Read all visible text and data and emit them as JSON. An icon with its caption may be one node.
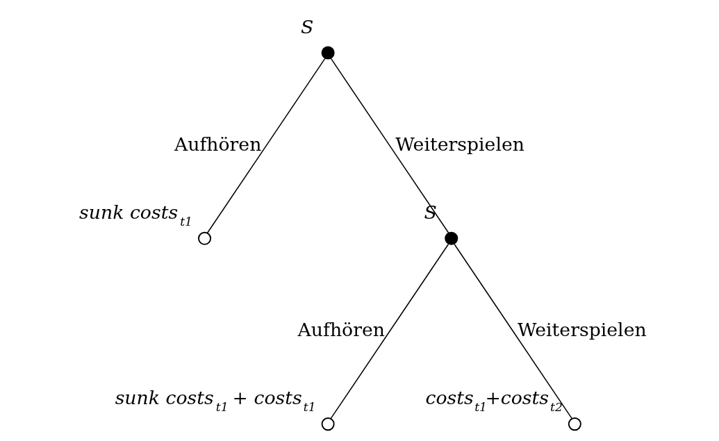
{
  "diagram": {
    "nodes": [
      {
        "text": [],
        "shape": "circle",
        "beside": [
          "S"
        ]
      },
      {
        "text": [],
        "shape": "circle",
        "beside": [
          "sunk costs$_{t1}$"
        ]
      },
      {
        "text": [],
        "shape": "circle",
        "beside": [
          "S"
        ]
      },
      {
        "text": [],
        "shape": "circle",
        "beside": [
          "sunk costs$_{t1}$ + costs$_{t1}$"
        ]
      },
      {
        "text": [],
        "shape": "circle",
        "beside": [
          "costs$_{t1}$+costs$_{t2}$"
        ]
      }
    ],
    "edges": [
      {
        "from": 0,
        "to": 1,
        "arrow": "none",
        "label": "Aufhören"
      },
      {
        "from": 0,
        "to": 2,
        "arrow": "none",
        "label": "Weiterspielen"
      },
      {
        "from": 2,
        "to": 3,
        "arrow": "none",
        "label": "Aufhören"
      },
      {
        "from": 2,
        "to": 4,
        "arrow": "none",
        "label": "Weiterspielen"
      }
    ]
  }
}
